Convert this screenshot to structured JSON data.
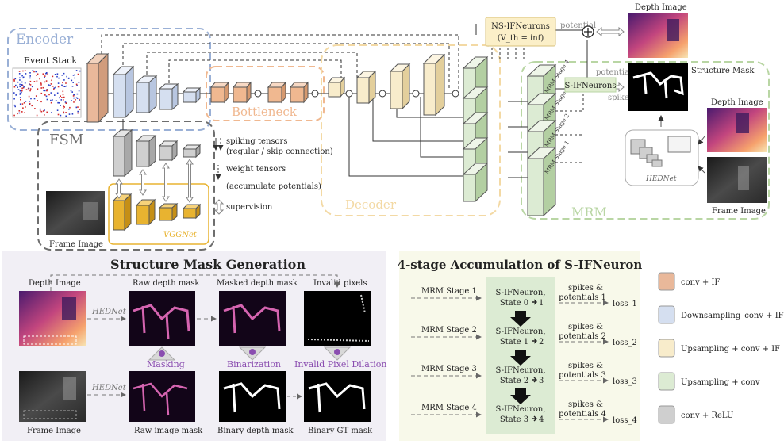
{
  "colors": {
    "encoder": "#9ab0d6",
    "fsm": "#6e6e6e",
    "bottleneck": "#f0b890",
    "decoder": "#f3d9a4",
    "mrm": "#b9d6a4",
    "conv_if": "#e9b89a",
    "down_if": "#d5dff0",
    "up_if": "#f8eccb",
    "up_conv": "#dcebd3",
    "conv_relu": "#cfcfcf",
    "vgg": "#e8b330",
    "mask_panel": "#f1eff5",
    "accum_panel": "#f8f9ea",
    "purple": "#8a4db0"
  },
  "top": {
    "encoder_label": "Encoder",
    "event_stack_label": "Event Stack",
    "fsm_label": "FSM",
    "frame_image_label": "Frame Image",
    "vggnet_label": "VGGNet",
    "bottleneck_label": "Bottleneck",
    "decoder_label": "Decoder",
    "mrm_label": "MRM",
    "ns_ifneurons_line1": "NS-IFNeurons",
    "ns_ifneurons_line2": "(V_th = inf)",
    "s_ifneurons": "S-IFNeurons",
    "potential_label_1": "potential",
    "potential_label_2": "potential",
    "spike_label": "spike",
    "depth_image_top": "Depth Image",
    "structure_mask_label": "Structure Mask",
    "depth_image_right": "Depth Image",
    "frame_image_right": "Frame Image",
    "hednet_label": "HEDNet",
    "mrm_stage_labels": [
      "MRM Stage 4",
      "MRM Stage 3",
      "MRM Stage 2",
      "MRM Stage 1"
    ],
    "legend_line_1": "spiking tensors",
    "legend_line_1b": "(regular / skip connection)",
    "legend_line_2": "weight tensors",
    "legend_line_2b": "(accumulate potentials)",
    "legend_line_3": "supervision"
  },
  "mask_gen": {
    "title": "Structure Mask Generation",
    "depth_image": "Depth Image",
    "raw_depth_mask": "Raw depth mask",
    "masked_depth_mask": "Masked depth mask",
    "invalid_pixels": "Invalid pixels",
    "hednet_1": "HEDNet",
    "hednet_2": "HEDNet",
    "masking": "Masking",
    "binarization": "Binarization",
    "dilation": "Invalid Pixel Dilation",
    "frame_image": "Frame Image",
    "raw_image_mask": "Raw image mask",
    "binary_depth_mask": "Binary depth mask",
    "binary_gt_mask": "Binary GT mask"
  },
  "accum": {
    "title": "4-stage Accumulation of S-IFNeuron",
    "stages": [
      {
        "input": "MRM Stage 1",
        "state_a": "S-IFNeuron,",
        "state_b": "State 0",
        "state_c": "1",
        "out_a": "spikes &",
        "out_b": "potentials 1",
        "loss": "loss_1"
      },
      {
        "input": "MRM Stage 2",
        "state_a": "S-IFNeuron,",
        "state_b": "State 1",
        "state_c": "2",
        "out_a": "spikes &",
        "out_b": "potentials 2",
        "loss": "loss_2"
      },
      {
        "input": "MRM Stage 3",
        "state_a": "S-IFNeuron,",
        "state_b": "State 2",
        "state_c": "3",
        "out_a": "spikes &",
        "out_b": "potentials 3",
        "loss": "loss_3"
      },
      {
        "input": "MRM Stage 4",
        "state_a": "S-IFNeuron,",
        "state_b": "State 3",
        "state_c": "4",
        "out_a": "spikes &",
        "out_b": "potentials 4",
        "loss": "loss_4"
      }
    ]
  },
  "legend": {
    "items": [
      {
        "label": "conv + IF",
        "color": "#e9b89a"
      },
      {
        "label": "Downsampling_conv + IF",
        "color": "#d5dff0"
      },
      {
        "label": "Upsampling + conv + IF",
        "color": "#f8eccb"
      },
      {
        "label": "Upsampling + conv",
        "color": "#dcebd3"
      },
      {
        "label": "conv + ReLU",
        "color": "#cfcfcf"
      }
    ]
  }
}
